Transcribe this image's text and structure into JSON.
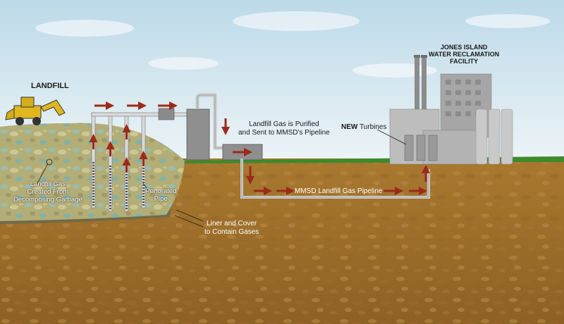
{
  "labels": {
    "landfill": "LANDFILL",
    "plant_line1": "JONES ISLAND",
    "plant_line2": "WATER RECLAMATION",
    "plant_line3": "FACILITY",
    "purified_line1": "Landfill Gas is Purified",
    "purified_line2": "and Sent to MMSD's Pipeline",
    "turbines_new": "NEW",
    "turbines_rest": " Turbines",
    "landfill_gas_line1": "Landfill Gas",
    "landfill_gas_line2": "Created From",
    "landfill_gas_line3": "Decomposing Garbage",
    "perforated_line1": "Perforated",
    "perforated_line2": "Pipe",
    "pipeline": "MMSD Landfill Gas Pipeline",
    "liner_line1": "Liner and Cover",
    "liner_line2": "to Contain Gases"
  },
  "colors": {
    "sky_top": "#bcd9e8",
    "sky_bottom": "#e8f2f6",
    "soil": "#a0722c",
    "soil_dark": "#8a5f22",
    "landfill": "#b3ad77",
    "grass": "#3d8a2a",
    "arrow": "#9c2a1a",
    "pipe": "#c9c9c9",
    "building": "#a9a9a9"
  }
}
